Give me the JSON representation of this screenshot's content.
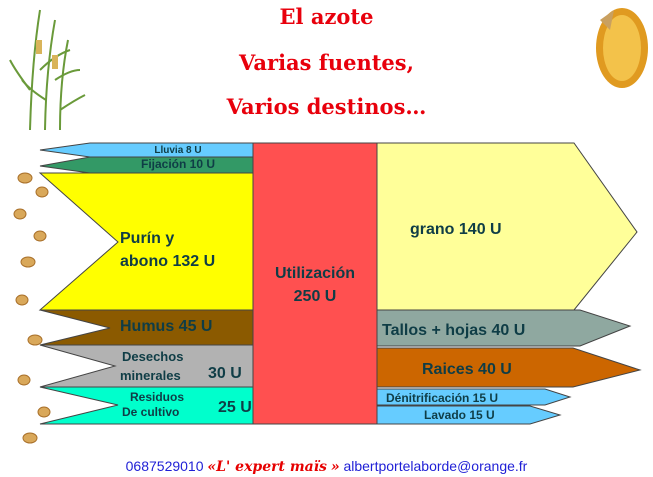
{
  "title": {
    "line1": "El azote",
    "line2": "Varias fuentes,",
    "line3": "Varios destinos…"
  },
  "sources": {
    "lluvia": "Lluvia 8 U",
    "fijacion": "Fijación 10 U",
    "purin_line1": "Purín y",
    "purin_line2": "abono 132 U",
    "humus": "Humus 45 U",
    "desechos_line1": "Desechos",
    "desechos_line2": "minerales",
    "desechos_value": "30 U",
    "residuos_line1": "Residuos",
    "residuos_line2": "De cultivo",
    "residuos_value": "25 U"
  },
  "center": {
    "line1": "Utilización",
    "line2": "250 U"
  },
  "destinations": {
    "grano": "grano 140 U",
    "tallos": "Tallos + hojas 40 U",
    "raices": "Raices 40 U",
    "denitrificacion": "Dénitrificación 15 U",
    "lavado": "Lavado 15 U"
  },
  "footer": {
    "phone": "0687529010",
    "brand_open": "«",
    "brand": "L' expert maïs",
    "brand_close": "»",
    "email": "albertportelaborde@orange.fr"
  },
  "decorations": {
    "left_top": "corn-plants-icon",
    "right_top": "corn-cob-icon",
    "left_column": "corn-kernels-icon"
  },
  "colors": {
    "title": "#e8000c",
    "center": "#ff5050",
    "purin": "#ffff00",
    "grano": "#ffff99",
    "humus": "#8b5a00",
    "desechos": "#b2b2b2",
    "residuos": "#00ffcc",
    "lluvia": "#66ccff",
    "fijacion": "#339966",
    "tallos": "#8fa8a0",
    "raices": "#cc6600",
    "dent": "#66ccff",
    "lavado": "#66ccff"
  }
}
